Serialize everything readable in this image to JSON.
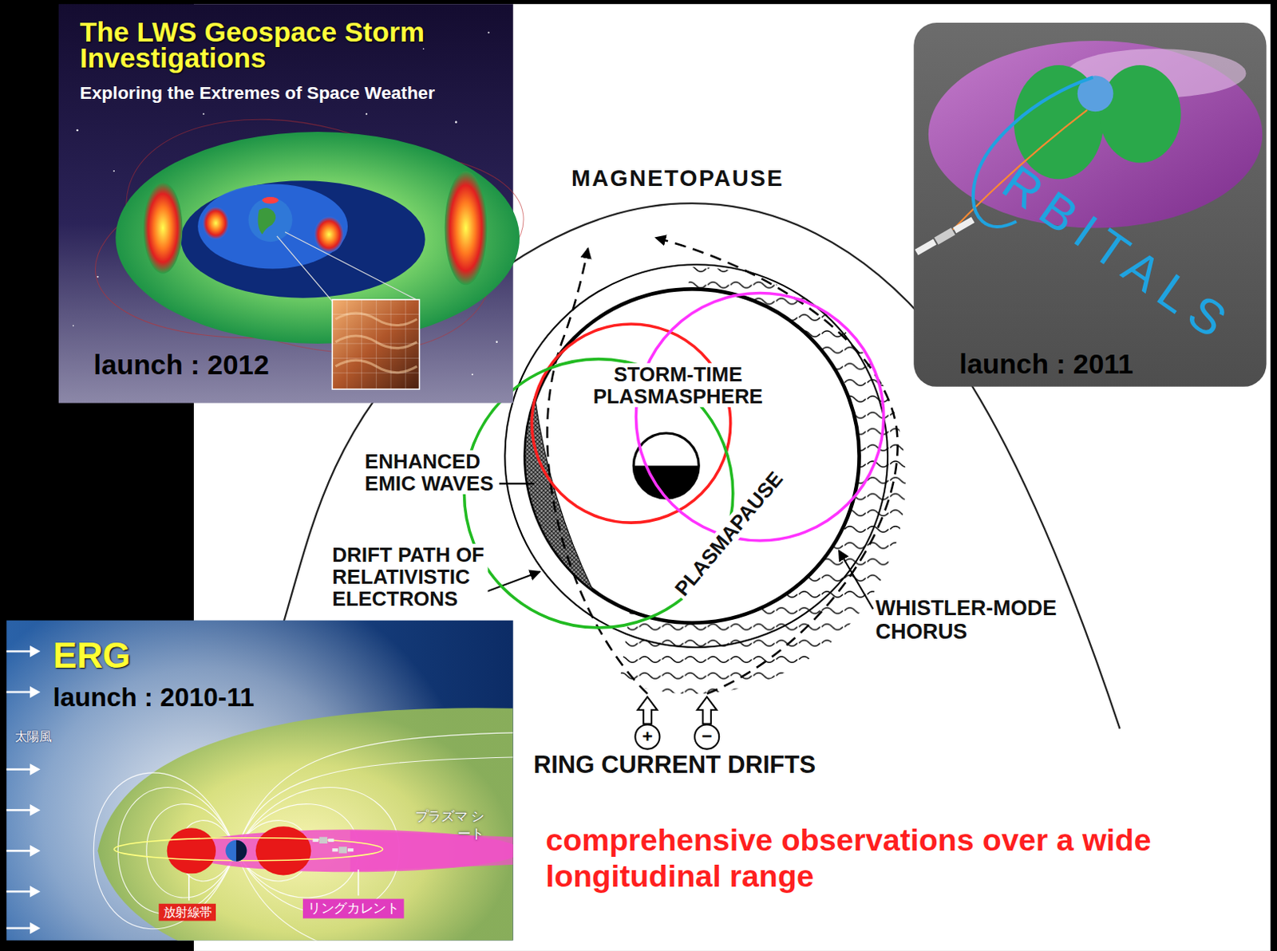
{
  "diagram": {
    "nodes": [
      {
        "text": [
          "The LWS Geospace Storm Investigations",
          "Exploring the Extremes of Space Weather",
          "launch : 2012"
        ]
      },
      {
        "text": [
          "RBITALS",
          "launch : 2011"
        ]
      },
      {
        "text": [
          "+"
        ]
      },
      {
        "text": [
          "−"
        ]
      },
      {
        "text": [
          "ERG",
          "launch : 2010-11",
          "太陽風",
          "プラズマ シート"
        ]
      },
      {
        "text": [
          "放射線帯"
        ],
        "in": 4
      },
      {
        "text": [
          "リングカレント"
        ],
        "in": 4
      }
    ],
    "labels": [
      "MAGNETOPAUSE",
      "STORM-TIME PLASMASPHERE",
      "ENHANCED EMIC WAVES",
      "DRIFT PATH OF RELATIVISTIC ELECTRONS",
      "PLASMAPAUSE",
      "WHISTLER-MODE CHORUS",
      "RING CURRENT DRIFTS",
      "comprehensive observations over a wide longitudinal range"
    ]
  }
}
